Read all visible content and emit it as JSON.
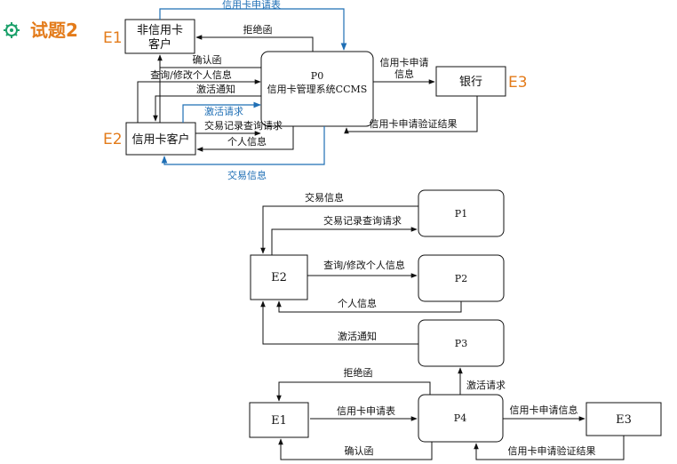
{
  "title": "试题2",
  "colors": {
    "accent": "#e37b1a",
    "blue_flow": "#1f6fb5",
    "logo": "#1aa06a"
  },
  "top": {
    "entity_noncard": {
      "tag": "E1",
      "line1": "非信用卡",
      "line2": "客户"
    },
    "entity_card": {
      "tag": "E2",
      "label": "信用卡客户"
    },
    "entity_bank": {
      "tag": "E3",
      "label": "银行"
    },
    "process": {
      "line1": "P0",
      "line2": "信用卡管理系统CCMS"
    },
    "flows": {
      "apply_form": "信用卡申请表",
      "reject": "拒绝函",
      "confirm": "确认函",
      "query_modify": "查询/修改个人信息",
      "activation_notice": "激活通知",
      "activation_request": "激活请求",
      "txn_query": "交易记录查询请求",
      "personal_info": "个人信息",
      "txn_info": "交易信息",
      "apply_info_l1": "信用卡申请",
      "apply_info_l2": "信息",
      "verify_result": "信用卡申请验证结果"
    }
  },
  "bottom": {
    "e1": "E1",
    "e2": "E2",
    "e3": "E3",
    "p1": "P1",
    "p2": "P2",
    "p3": "P3",
    "p4": "P4",
    "flows": {
      "txn_info": "交易信息",
      "txn_query": "交易记录查询请求",
      "query_modify": "查询/修改个人信息",
      "personal_info": "个人信息",
      "activation_notice": "激活通知",
      "activation_request": "激活请求",
      "reject": "拒绝函",
      "apply_form": "信用卡申请表",
      "apply_info": "信用卡申请信息",
      "confirm": "确认函",
      "verify_result": "信用卡申请验证结果"
    }
  }
}
